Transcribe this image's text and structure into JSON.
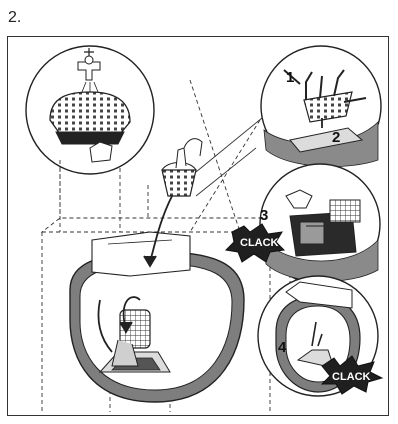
{
  "page": {
    "step_label": "2."
  },
  "callouts": {
    "one": "1",
    "two": "2",
    "three": "3",
    "four": "4",
    "clack_a": "CLACK",
    "clack_b": "CLACK"
  }
}
